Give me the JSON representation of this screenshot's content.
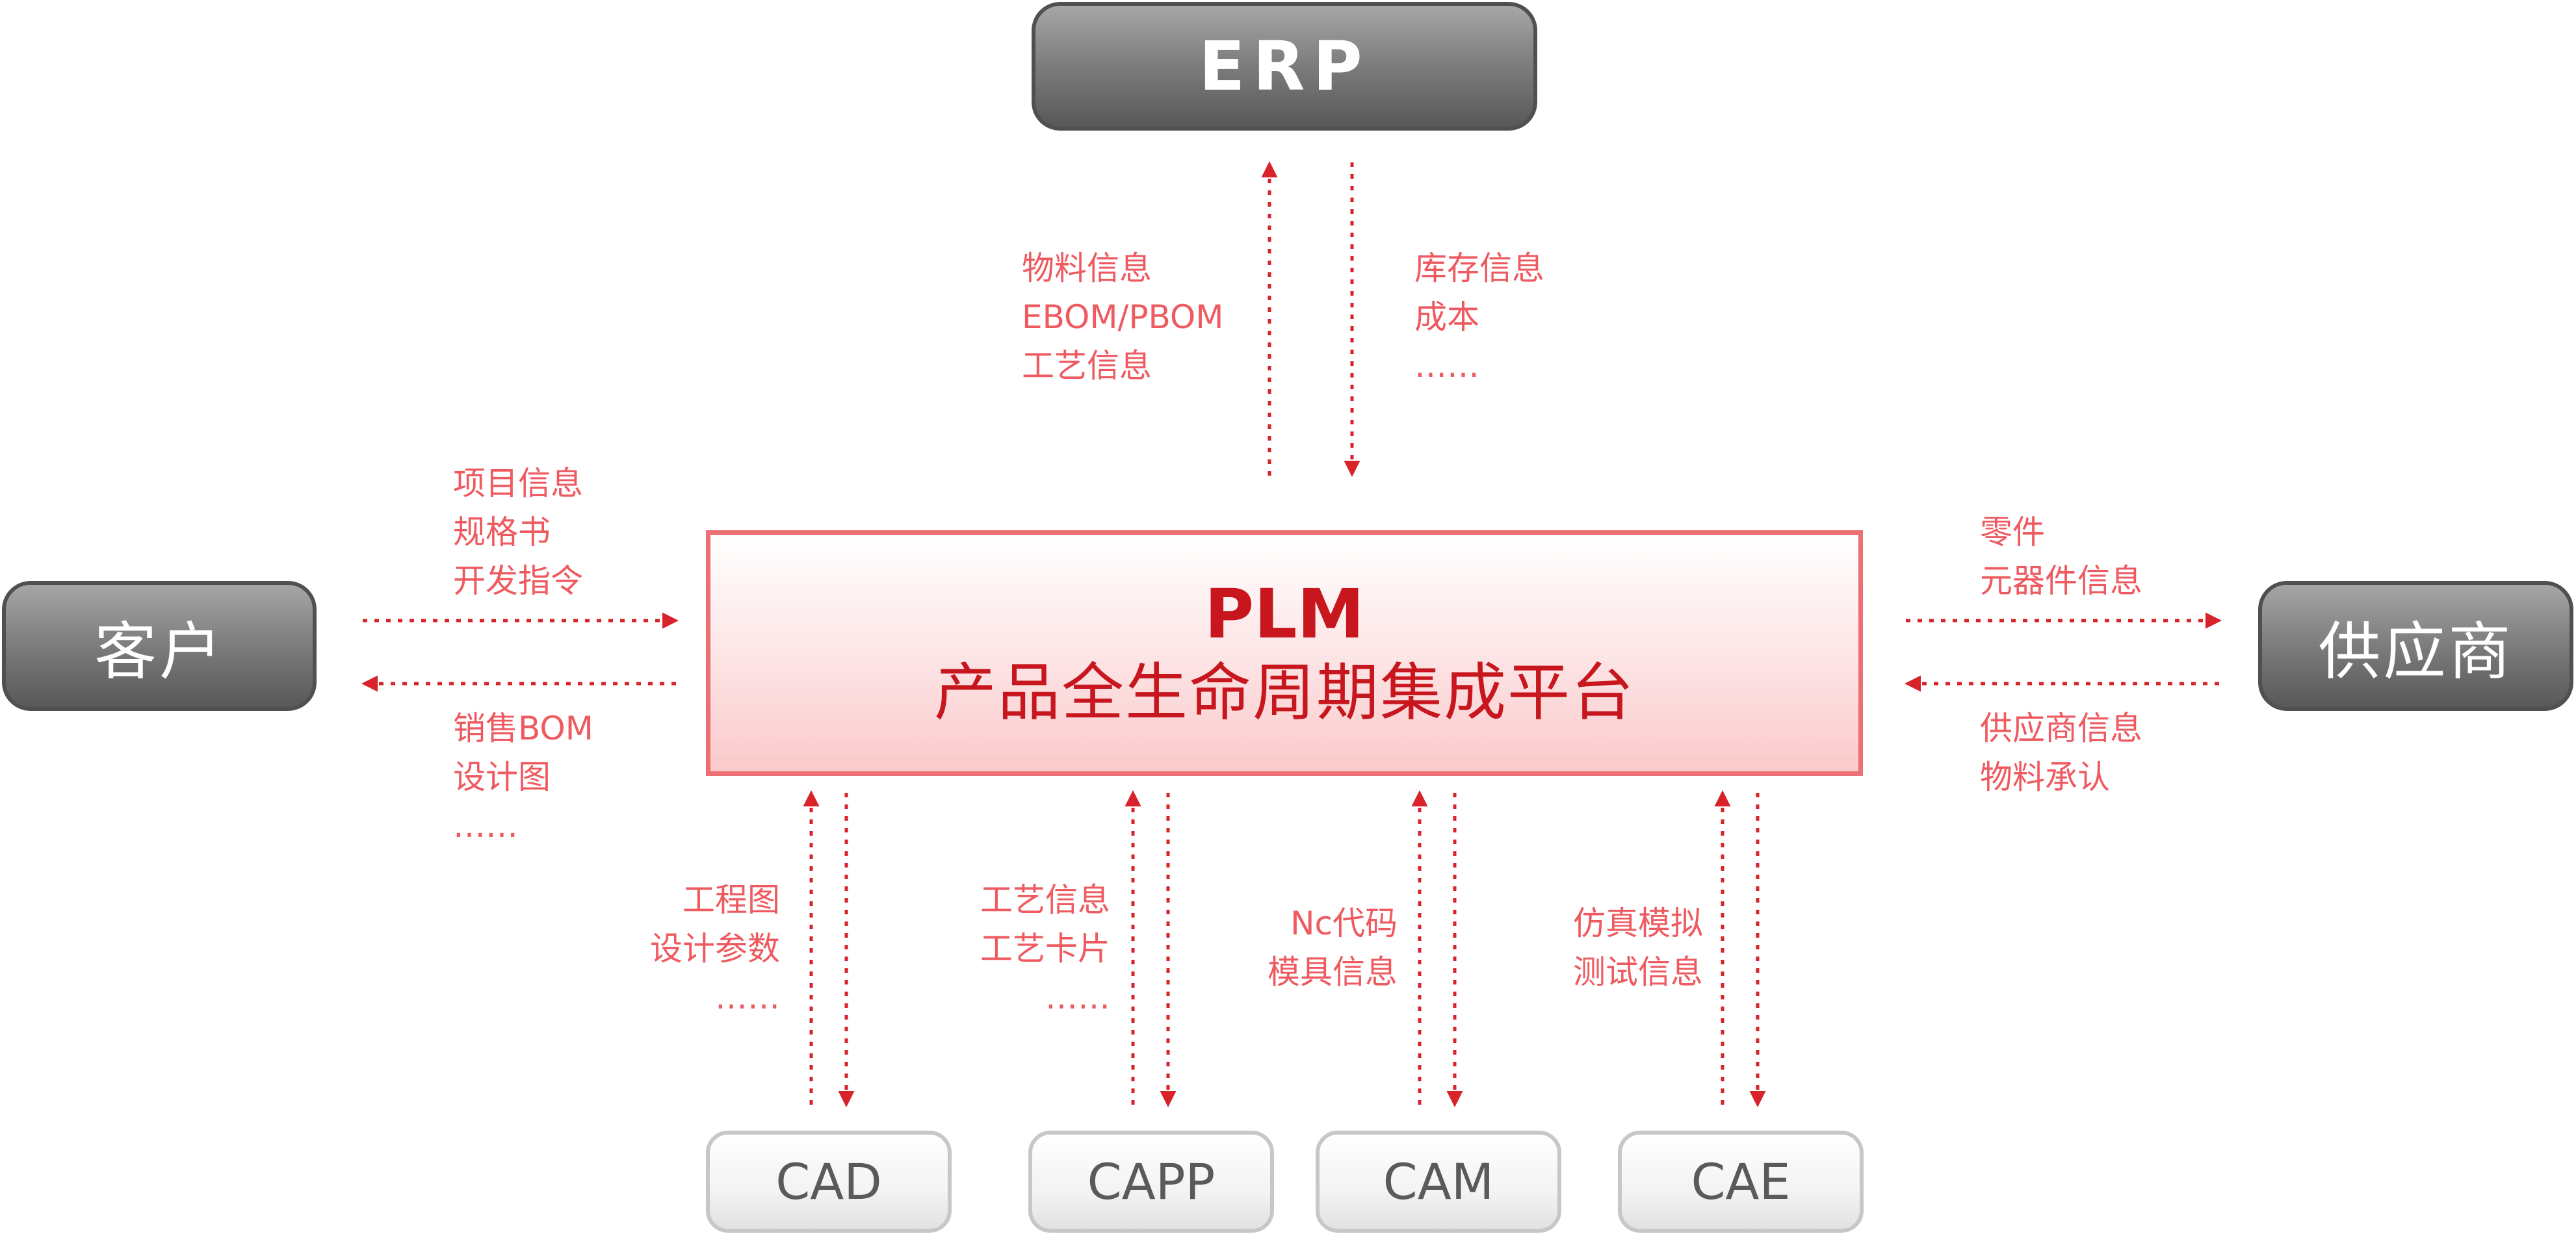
{
  "nodes": {
    "erp": "ERP",
    "customer": "客户",
    "supplier": "供应商",
    "plm_title": "PLM",
    "plm_subtitle": "产品全生命周期集成平台",
    "cad": "CAD",
    "capp": "CAPP",
    "cam": "CAM",
    "cae": "CAE"
  },
  "flows": {
    "to_erp": [
      "物料信息",
      "EBOM/PBOM",
      "工艺信息"
    ],
    "from_erp": [
      "库存信息",
      "成本",
      "……"
    ],
    "from_customer": [
      "项目信息",
      "规格书",
      "开发指令"
    ],
    "to_customer": [
      "销售BOM",
      "设计图",
      "……"
    ],
    "from_supplier": [
      "零件",
      "元器件信息"
    ],
    "to_supplier": [
      "供应商信息",
      "物料承认"
    ],
    "cad": [
      "工程图",
      "设计参数",
      "……"
    ],
    "capp": [
      "工艺信息",
      "工艺卡片",
      "……"
    ],
    "cam": [
      "Nc代码",
      "模具信息"
    ],
    "cae": [
      "仿真模拟",
      "测试信息"
    ]
  },
  "colors": {
    "arrow": "#d8232a",
    "label": "#ee5a60",
    "plm_text": "#c8161e",
    "plm_border": "#ec6f74",
    "dark_box": "#6e6e6e",
    "light_box_text": "#5a5a5a"
  }
}
